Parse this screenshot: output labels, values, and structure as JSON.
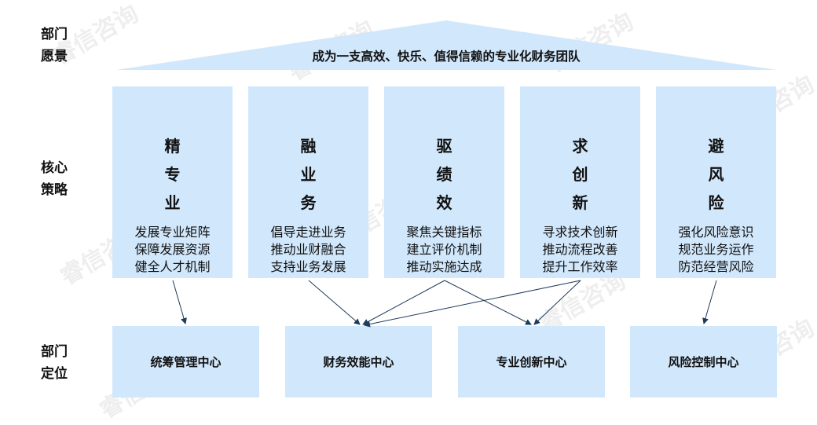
{
  "labels": {
    "vision": [
      "部门",
      "愿景"
    ],
    "strategy": [
      "核心",
      "策略"
    ],
    "position": [
      "部门",
      "定位"
    ]
  },
  "vision_text": "成为一支高效、快乐、值得信赖的专业化财务团队",
  "pillars": [
    {
      "title": [
        "精",
        "专",
        "业"
      ],
      "desc": [
        "发展专业矩阵",
        "保障发展资源",
        "健全人才机制"
      ]
    },
    {
      "title": [
        "融",
        "业",
        "务"
      ],
      "desc": [
        "倡导走进业务",
        "推动业财融合",
        "支持业务发展"
      ]
    },
    {
      "title": [
        "驱",
        "绩",
        "效"
      ],
      "desc": [
        "聚焦关键指标",
        "建立评价机制",
        "推动实施达成"
      ]
    },
    {
      "title": [
        "求",
        "创",
        "新"
      ],
      "desc": [
        "寻求技术创新",
        "推动流程改善",
        "提升工作效率"
      ]
    },
    {
      "title": [
        "避",
        "风",
        "险"
      ],
      "desc": [
        "强化风险意识",
        "规范业务运作",
        "防范经营风险"
      ]
    }
  ],
  "centers": [
    "统筹管理中心",
    "财务效能中心",
    "专业创新中心",
    "风险控制中心"
  ],
  "watermark": "睿信咨询",
  "colors": {
    "box_fill": "#d1e7fb",
    "roof_fill": "#d1e7fb",
    "arrow": "#1f3b5c"
  }
}
